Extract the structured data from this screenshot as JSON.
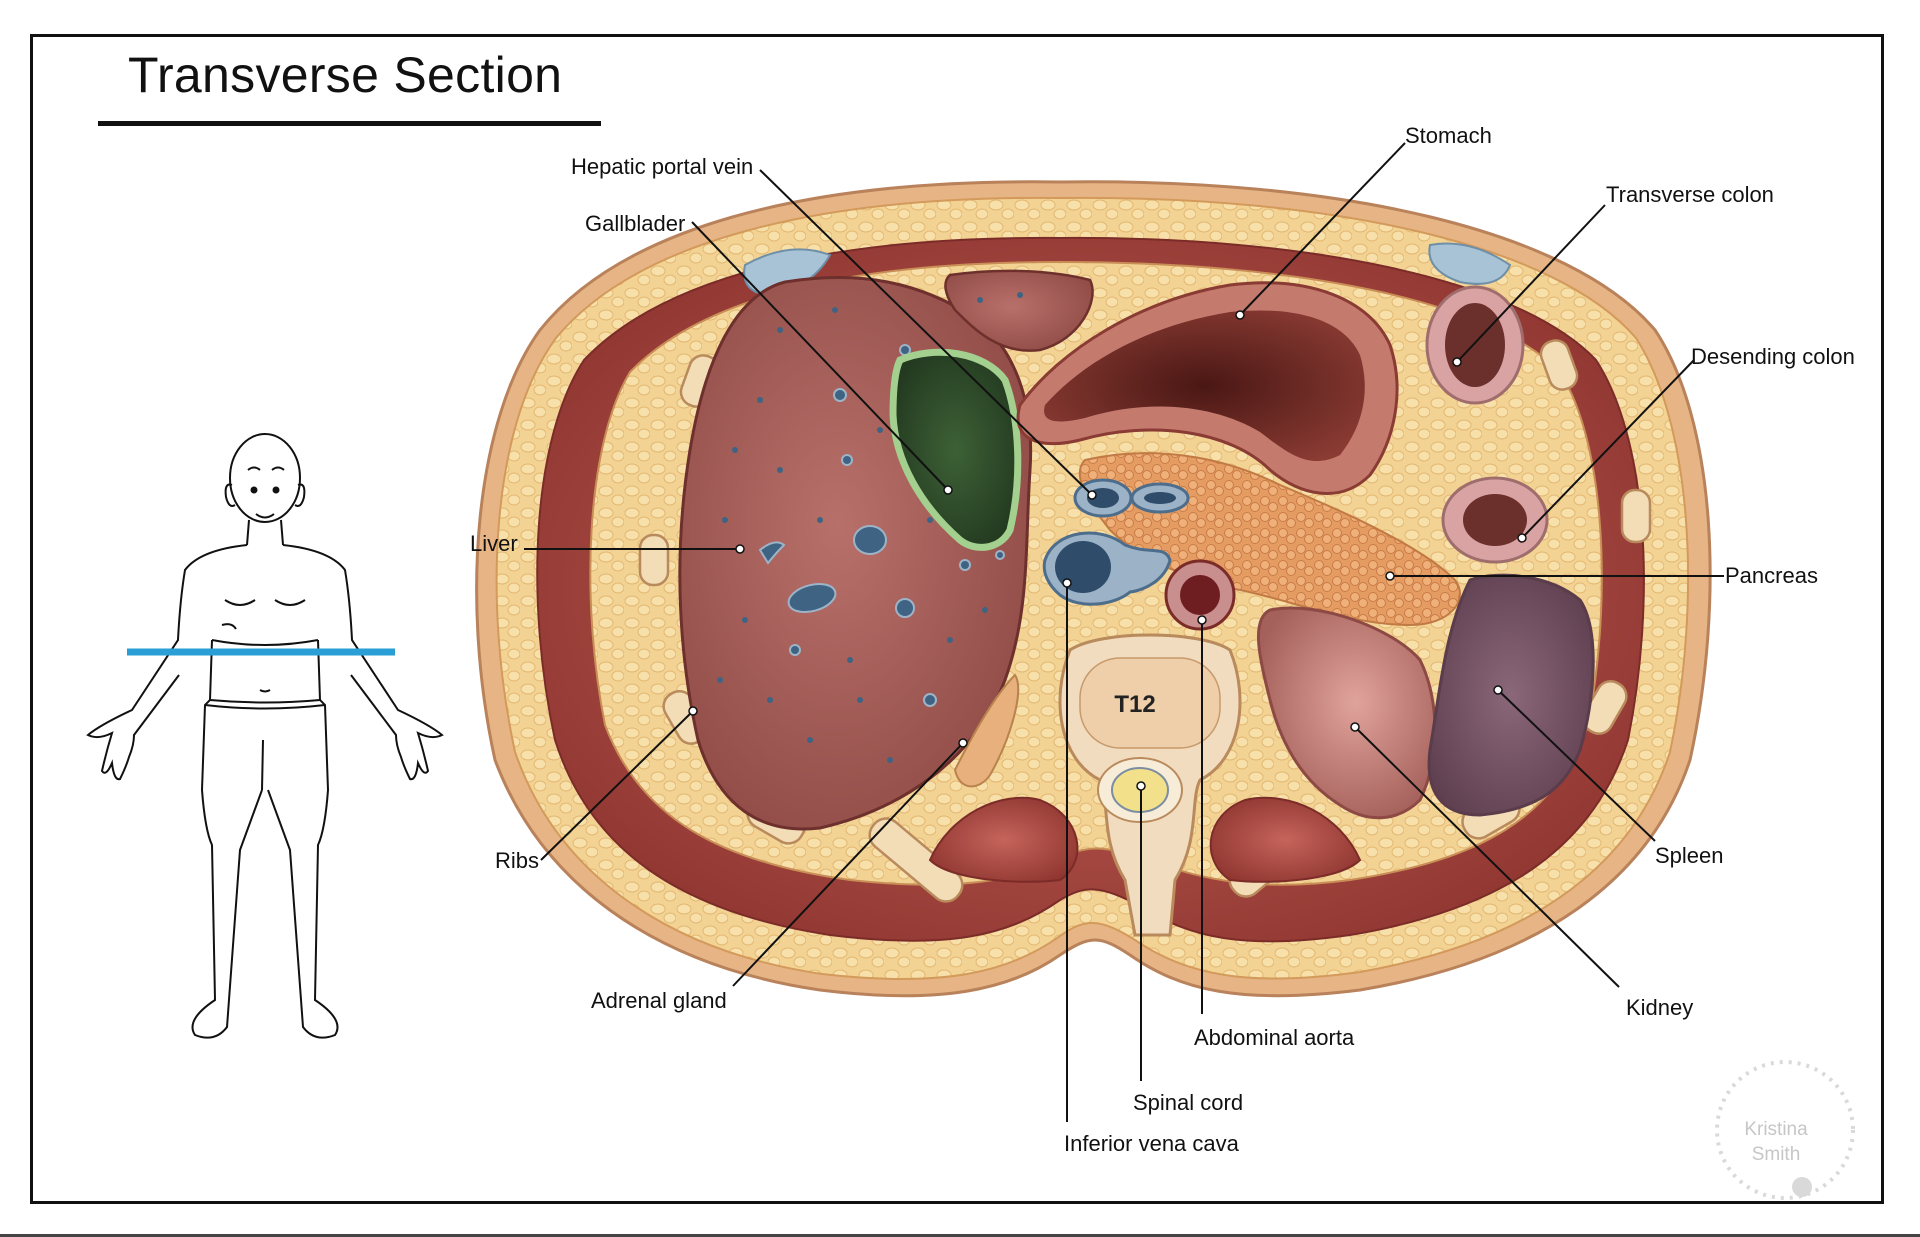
{
  "title": "Transverse Section",
  "vertebra_label": "T12",
  "section_line_color": "#2a9fd6",
  "labels": {
    "hepatic_portal_vein": "Hepatic portal vein",
    "gallbladder": "Gallblader",
    "stomach": "Stomach",
    "transverse_colon": "Transverse colon",
    "descending_colon": "Desending colon",
    "liver": "Liver",
    "pancreas": "Pancreas",
    "ribs": "Ribs",
    "spleen": "Spleen",
    "adrenal_gland": "Adrenal gland",
    "kidney": "Kidney",
    "abdominal_aorta": "Abdominal aorta",
    "spinal_cord": "Spinal cord",
    "inferior_vena_cava": "Inferior vena cava"
  },
  "watermark": {
    "line1": "Kristina",
    "line2": "Smith"
  },
  "colors": {
    "fat": "#f1cf8e",
    "skin": "#e8b98a",
    "muscle": "#b24a43",
    "liver": "#a75b55",
    "gallbladder": "#4f7a45",
    "stomach_lumen": "#6a2a25",
    "pancreas": "#e9a26a",
    "kidney": "#c88780",
    "spleen": "#7a5566",
    "vessel_blue": "#3c5c7d",
    "aorta": "#8a2b2e"
  }
}
